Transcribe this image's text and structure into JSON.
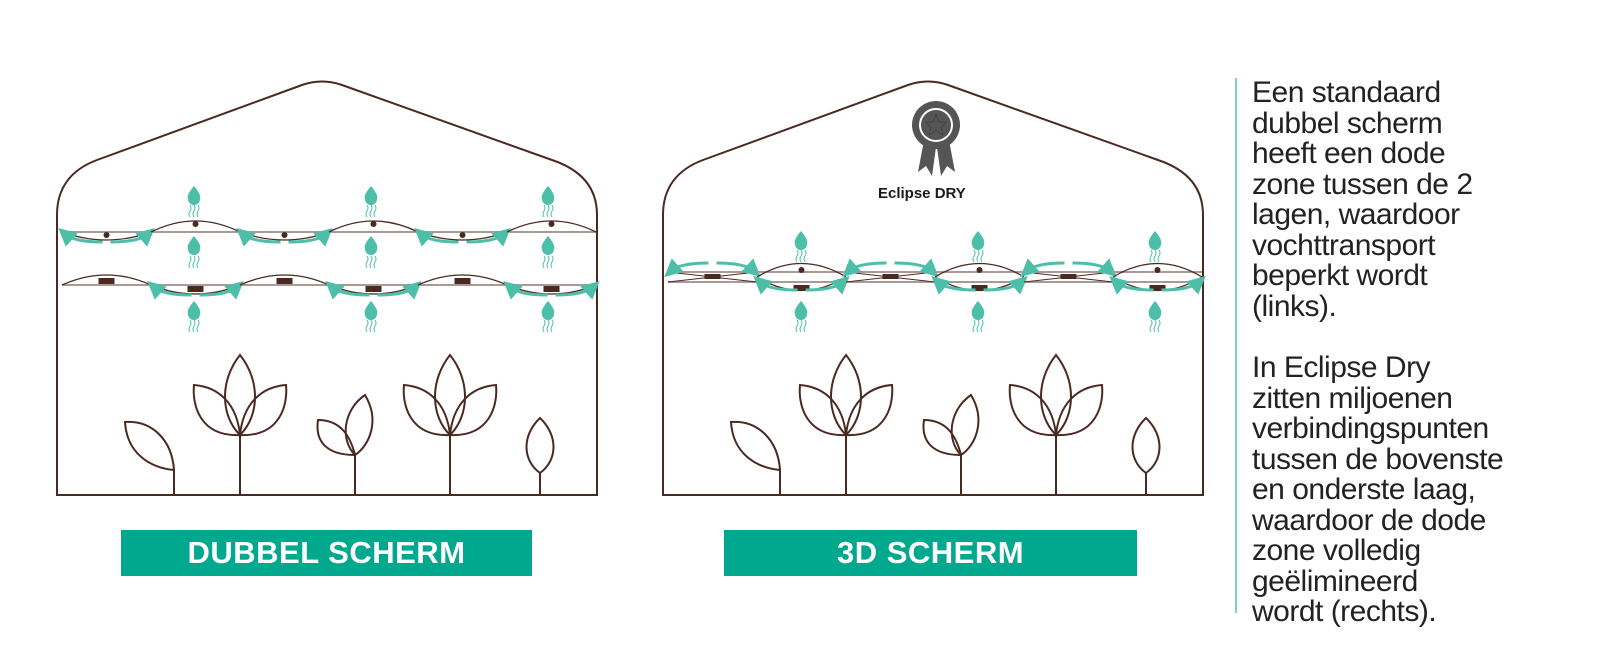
{
  "panels": [
    {
      "label": "DUBBEL SCHERM",
      "type": "double"
    },
    {
      "label": "3D SCHERM",
      "type": "3d",
      "badge": "Eclipse DRY"
    }
  ],
  "description": {
    "paragraph_1": "Een standaard\ndubbel scherm\nheeft een dode\nzone tussen de 2\nlagen, waardoor\nvochttransport\nbeperkt wordt\n(links).",
    "paragraph_2": "In Eclipse Dry\nzitten miljoenen\nverbindingspunten\ntussen de bovenste\nen onderste laag,\nwaardoor de dode\nzone volledig\ngeëlimineerd\nwordt (rechts)."
  },
  "colors": {
    "outline": "#4a2a20",
    "accent": "#4dbfa8",
    "label_bg": "#00a88e",
    "badge": "#555555",
    "screen": "#a89a96"
  }
}
